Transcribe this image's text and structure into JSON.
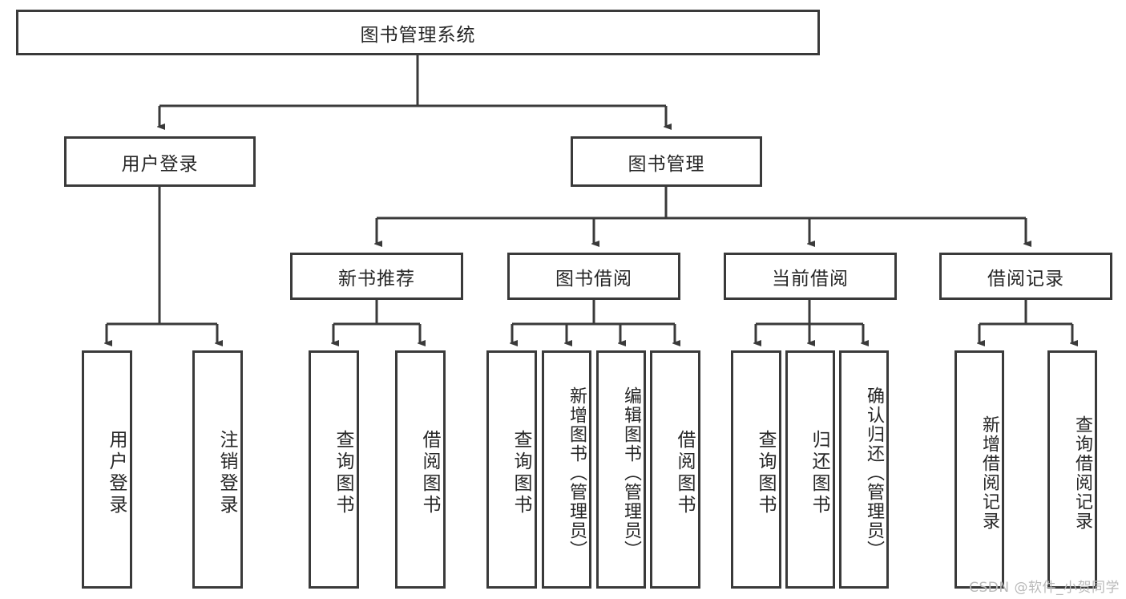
{
  "diagram": {
    "title": "图书管理系统",
    "type": "hierarchy-tree",
    "root": {
      "id": "root",
      "label": "图书管理系统"
    },
    "level2": [
      {
        "id": "user-login",
        "label": "用户登录"
      },
      {
        "id": "book-manage",
        "label": "图书管理"
      }
    ],
    "level3": [
      {
        "id": "new-book-recommend",
        "label": "新书推荐",
        "parent": "book-manage"
      },
      {
        "id": "book-borrow",
        "label": "图书借阅",
        "parent": "book-manage"
      },
      {
        "id": "current-borrow",
        "label": "当前借阅",
        "parent": "book-manage"
      },
      {
        "id": "borrow-record",
        "label": "借阅记录",
        "parent": "book-manage"
      }
    ],
    "leaves": {
      "user_login": [
        {
          "id": "leaf-user-login",
          "label": "用户登录"
        },
        {
          "id": "leaf-user-logout",
          "label": "注销登录"
        }
      ],
      "new_book_recommend": [
        {
          "id": "leaf-query-book-1",
          "label": "查询图书"
        },
        {
          "id": "leaf-borrow-book-1",
          "label": "借阅图书"
        }
      ],
      "book_borrow": [
        {
          "id": "leaf-query-book-2",
          "label": "查询图书"
        },
        {
          "id": "leaf-add-book",
          "label": "新增图书（管理员）"
        },
        {
          "id": "leaf-edit-book",
          "label": "编辑图书（管理员）"
        },
        {
          "id": "leaf-borrow-book-2",
          "label": "借阅图书"
        }
      ],
      "current_borrow": [
        {
          "id": "leaf-query-book-3",
          "label": "查询图书"
        },
        {
          "id": "leaf-return-book",
          "label": "归还图书"
        },
        {
          "id": "leaf-confirm-return",
          "label": "确认归还（管理员）"
        }
      ],
      "borrow_record": [
        {
          "id": "leaf-add-record",
          "label": "新增借阅记录"
        },
        {
          "id": "leaf-query-record",
          "label": "查询借阅记录"
        }
      ]
    }
  },
  "watermark": {
    "text": "CSDN @软件_小贺同学"
  },
  "colors": {
    "border": "#3a3a3a",
    "text": "#262626",
    "background": "#ffffff",
    "watermark": "#b9b9b9"
  }
}
